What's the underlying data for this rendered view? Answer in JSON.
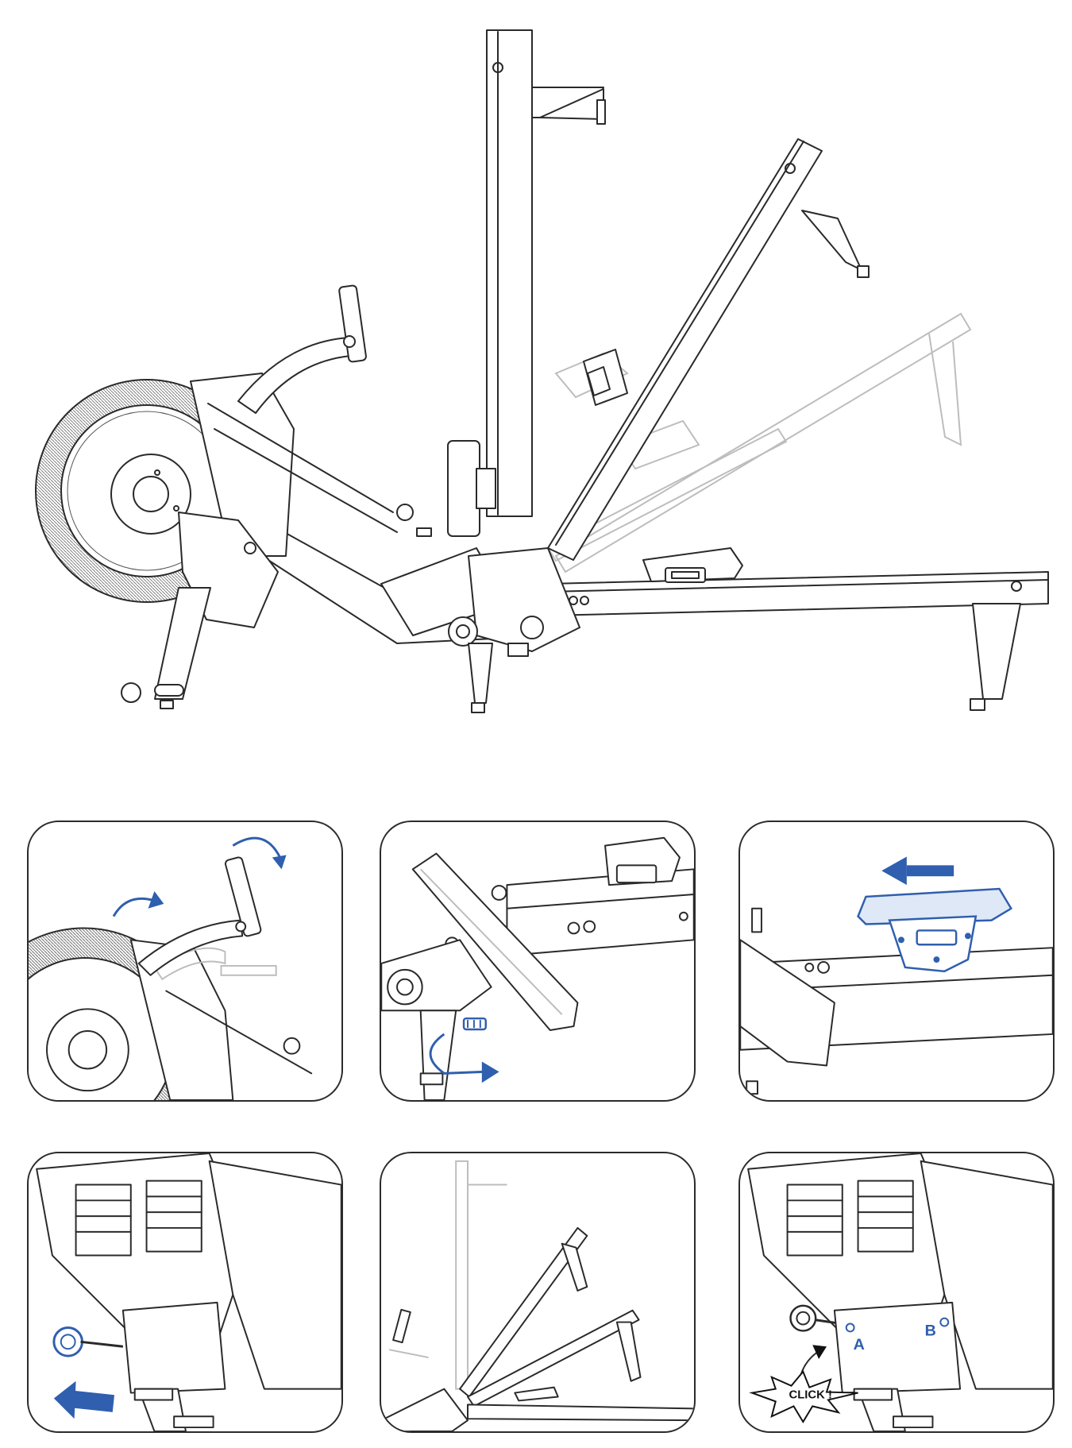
{
  "colors": {
    "line": "#2a2a2a",
    "accent_blue": "#2f5fae",
    "ghost": "#bdbdbd",
    "background": "#ffffff"
  },
  "panels": [
    {
      "id": "step-1",
      "icons": [
        "rotate-arrow-icon",
        "rotate-arrow-icon"
      ]
    },
    {
      "id": "step-2",
      "icons": [
        "curved-arrow-icon"
      ]
    },
    {
      "id": "step-3",
      "icons": [
        "arrow-left-icon"
      ]
    },
    {
      "id": "step-4",
      "icons": [
        "arrow-left-icon"
      ]
    },
    {
      "id": "step-5",
      "icons": []
    },
    {
      "id": "step-6",
      "labels": {
        "a": "A",
        "b": "B",
        "click": "CLICK !"
      },
      "icons": [
        "arrow-up-icon",
        "burst-icon"
      ]
    }
  ]
}
